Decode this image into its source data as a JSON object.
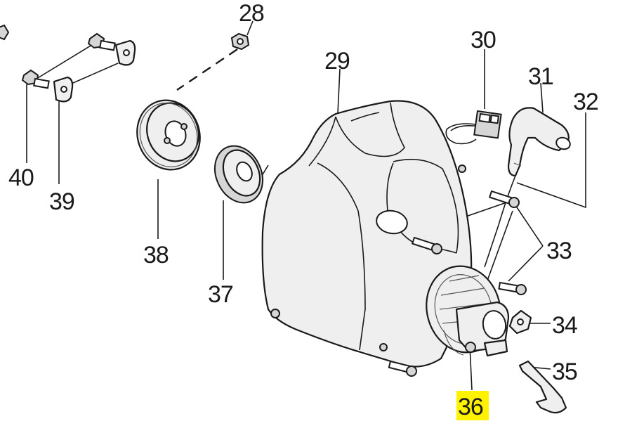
{
  "highlight_color": "#fff200",
  "callouts": [
    {
      "id": "28",
      "label": "28"
    },
    {
      "id": "29",
      "label": "29"
    },
    {
      "id": "30",
      "label": "30"
    },
    {
      "id": "31",
      "label": "31"
    },
    {
      "id": "32",
      "label": "32"
    },
    {
      "id": "33",
      "label": "33"
    },
    {
      "id": "34",
      "label": "34"
    },
    {
      "id": "35",
      "label": "35"
    },
    {
      "id": "36",
      "label": "36"
    },
    {
      "id": "37",
      "label": "37"
    },
    {
      "id": "38",
      "label": "38"
    },
    {
      "id": "39",
      "label": "39"
    },
    {
      "id": "40",
      "label": "40"
    }
  ],
  "highlighted_callout": "36"
}
